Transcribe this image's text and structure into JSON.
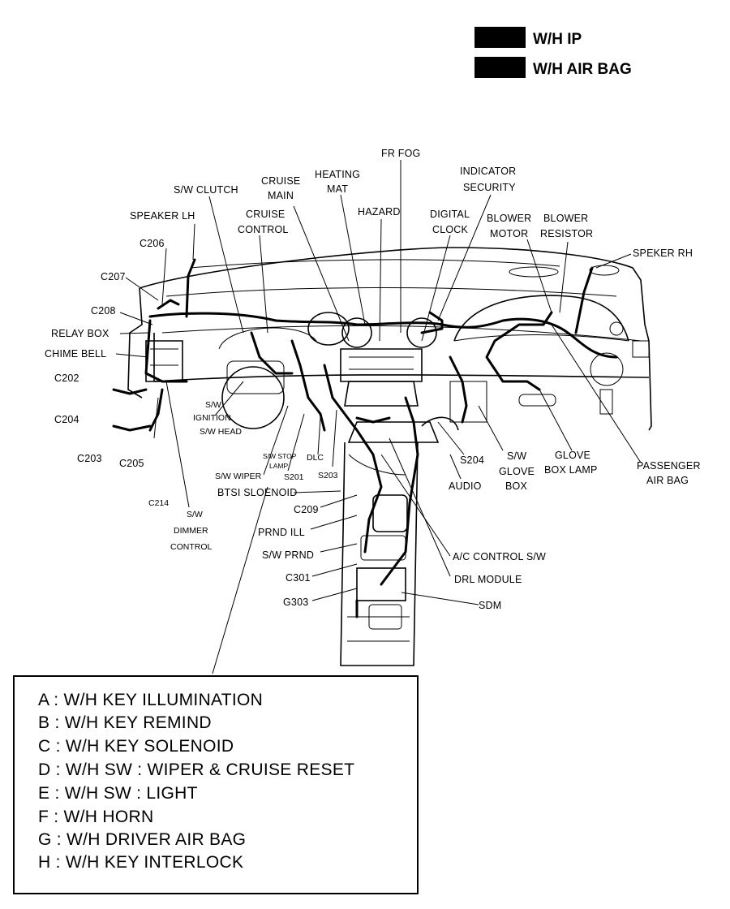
{
  "legend": {
    "items": [
      {
        "label": "W/H IP"
      },
      {
        "label": "W/H AIR BAG"
      }
    ]
  },
  "labels": {
    "fr_fog": "FR FOG",
    "indicator_security_1": "INDICATOR",
    "indicator_security_2": "SECURITY",
    "heating_mat_1": "HEATING",
    "heating_mat_2": "MAT",
    "cruise_main_1": "CRUISE",
    "cruise_main_2": "MAIN",
    "sw_clutch": "S/W CLUTCH",
    "hazard": "HAZARD",
    "digital_clock_1": "DIGITAL",
    "digital_clock_2": "CLOCK",
    "blower_motor_1": "BLOWER",
    "blower_motor_2": "MOTOR",
    "blower_resistor_1": "BLOWER",
    "blower_resistor_2": "RESISTOR",
    "speaker_lh": "SPEAKER LH",
    "cruise_control_1": "CRUISE",
    "cruise_control_2": "CONTROL",
    "speker_rh": "SPEKER RH",
    "c206": "C206",
    "c207": "C207",
    "c208": "C208",
    "relay_box": "RELAY BOX",
    "chime_bell": "CHIME BELL",
    "c202": "C202",
    "c204": "C204",
    "c203": "C203",
    "c205": "C205",
    "c214": "C214",
    "sw_dimmer_1": "S/W",
    "sw_dimmer_2": "DIMMER",
    "sw_dimmer_3": "CONTROL",
    "sw_ignition_1": "S/W",
    "sw_ignition_2": "IGNITION",
    "sw_ignition_3": "S/W HEAD",
    "sw_stop_1": "S/W STOP",
    "sw_stop_2": "LAMP",
    "sw_wiper": "S/W WIPER",
    "s201": "S201",
    "dlc": "DLC",
    "s203": "S203",
    "btsi": "BTSI SLOENOID",
    "c209": "C209",
    "prnd_ill": "PRND ILL",
    "sw_prnd": "S/W PRND",
    "c301": "C301",
    "g303": "G303",
    "s204": "S204",
    "audio": "AUDIO",
    "sw_glove_1": "S/W",
    "sw_glove_2": "GLOVE",
    "sw_glove_3": "BOX",
    "glove_lamp_1": "GLOVE",
    "glove_lamp_2": "BOX LAMP",
    "pass_airbag_1": "PASSENGER",
    "pass_airbag_2": "AIR BAG",
    "ac_control": "A/C CONTROL S/W",
    "drl_module": "DRL MODULE",
    "sdm": "SDM"
  },
  "key_box": {
    "items": [
      "A : W/H KEY ILLUMINATION",
      "B : W/H KEY REMIND",
      "C : W/H KEY SOLENOID",
      "D : W/H SW : WIPER & CRUISE RESET",
      "E : W/H SW : LIGHT",
      "F : W/H HORN",
      "G : W/H DRIVER AIR BAG",
      "H : W/H KEY INTERLOCK"
    ]
  }
}
